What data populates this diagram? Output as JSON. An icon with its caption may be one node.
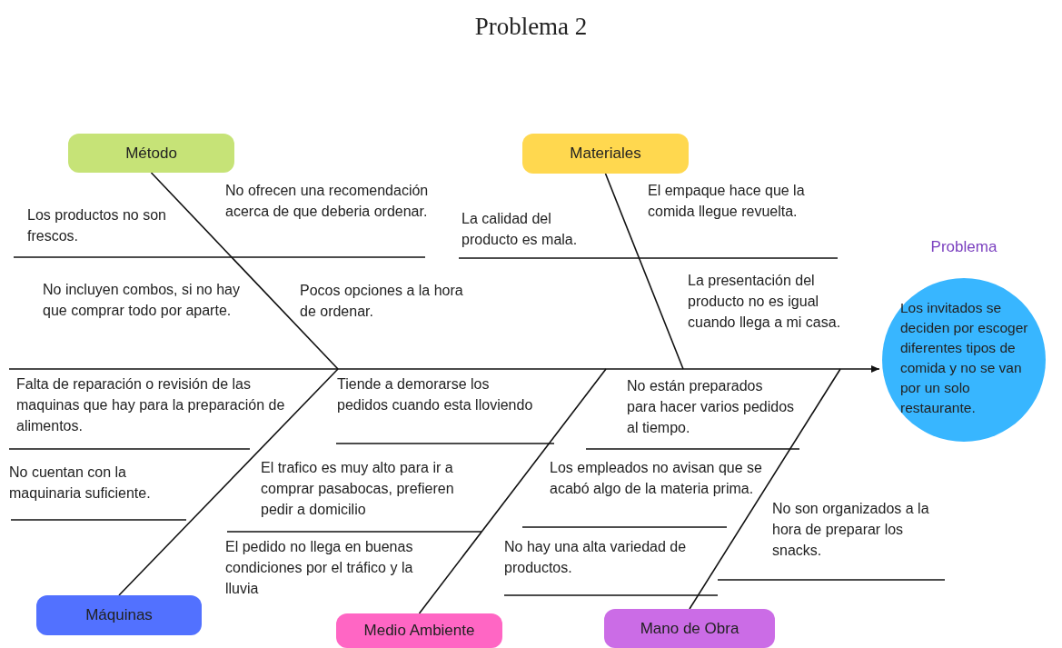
{
  "diagram": {
    "title": "Problema 2",
    "nodes": [
      {
        "text": [
          "Método"
        ]
      },
      {
        "text": [
          "Materiales"
        ]
      },
      {
        "text": [
          "Máquinas"
        ]
      },
      {
        "text": [
          "Medio Ambiente"
        ]
      },
      {
        "text": [
          "Mano de Obra"
        ]
      },
      {
        "text": [
          "Problema",
          "Los invitados se deciden por escoger diferentes tipos de comida y no se van por un solo restaurante."
        ]
      }
    ],
    "edges": [
      {
        "from": 0,
        "to": null,
        "arrow": "none"
      },
      {
        "from": 1,
        "to": null,
        "arrow": "none"
      },
      {
        "from": 2,
        "to": null,
        "arrow": "none"
      },
      {
        "from": 3,
        "to": null,
        "arrow": "none"
      },
      {
        "from": 4,
        "to": null,
        "arrow": "none"
      },
      {
        "from": null,
        "to": 5,
        "arrow": "to"
      }
    ],
    "labels": [
      "No ofrecen una recomendación acerca de que deberia ordenar.",
      "El empaque hace que la comida llegue revuelta.",
      "Los productos no son frescos.",
      "La calidad del producto es mala.",
      "La presentación del producto no es igual cuando llega a mi casa.",
      "No incluyen combos, si no hay que comprar todo por aparte.",
      "Pocos opciones a la hora de ordenar.",
      "Falta de reparación o revisión de las maquinas que  hay para la preparación de alimentos.",
      "Tiende a demorarse los pedidos cuando esta lloviendo",
      "No están preparados para hacer varios pedidos al tiempo.",
      "No cuentan con la maquinaria suficiente.",
      "El trafico es muy alto para ir a comprar pasabocas, prefieren pedir a domicilio",
      "Los empleados no avisan que se acabó algo de la materia prima.",
      "No son organizados a la hora de preparar los snacks.",
      "El pedido no llega en buenas condiciones por el tráfico y la lluvia",
      "No hay una alta variedad de productos."
    ]
  }
}
